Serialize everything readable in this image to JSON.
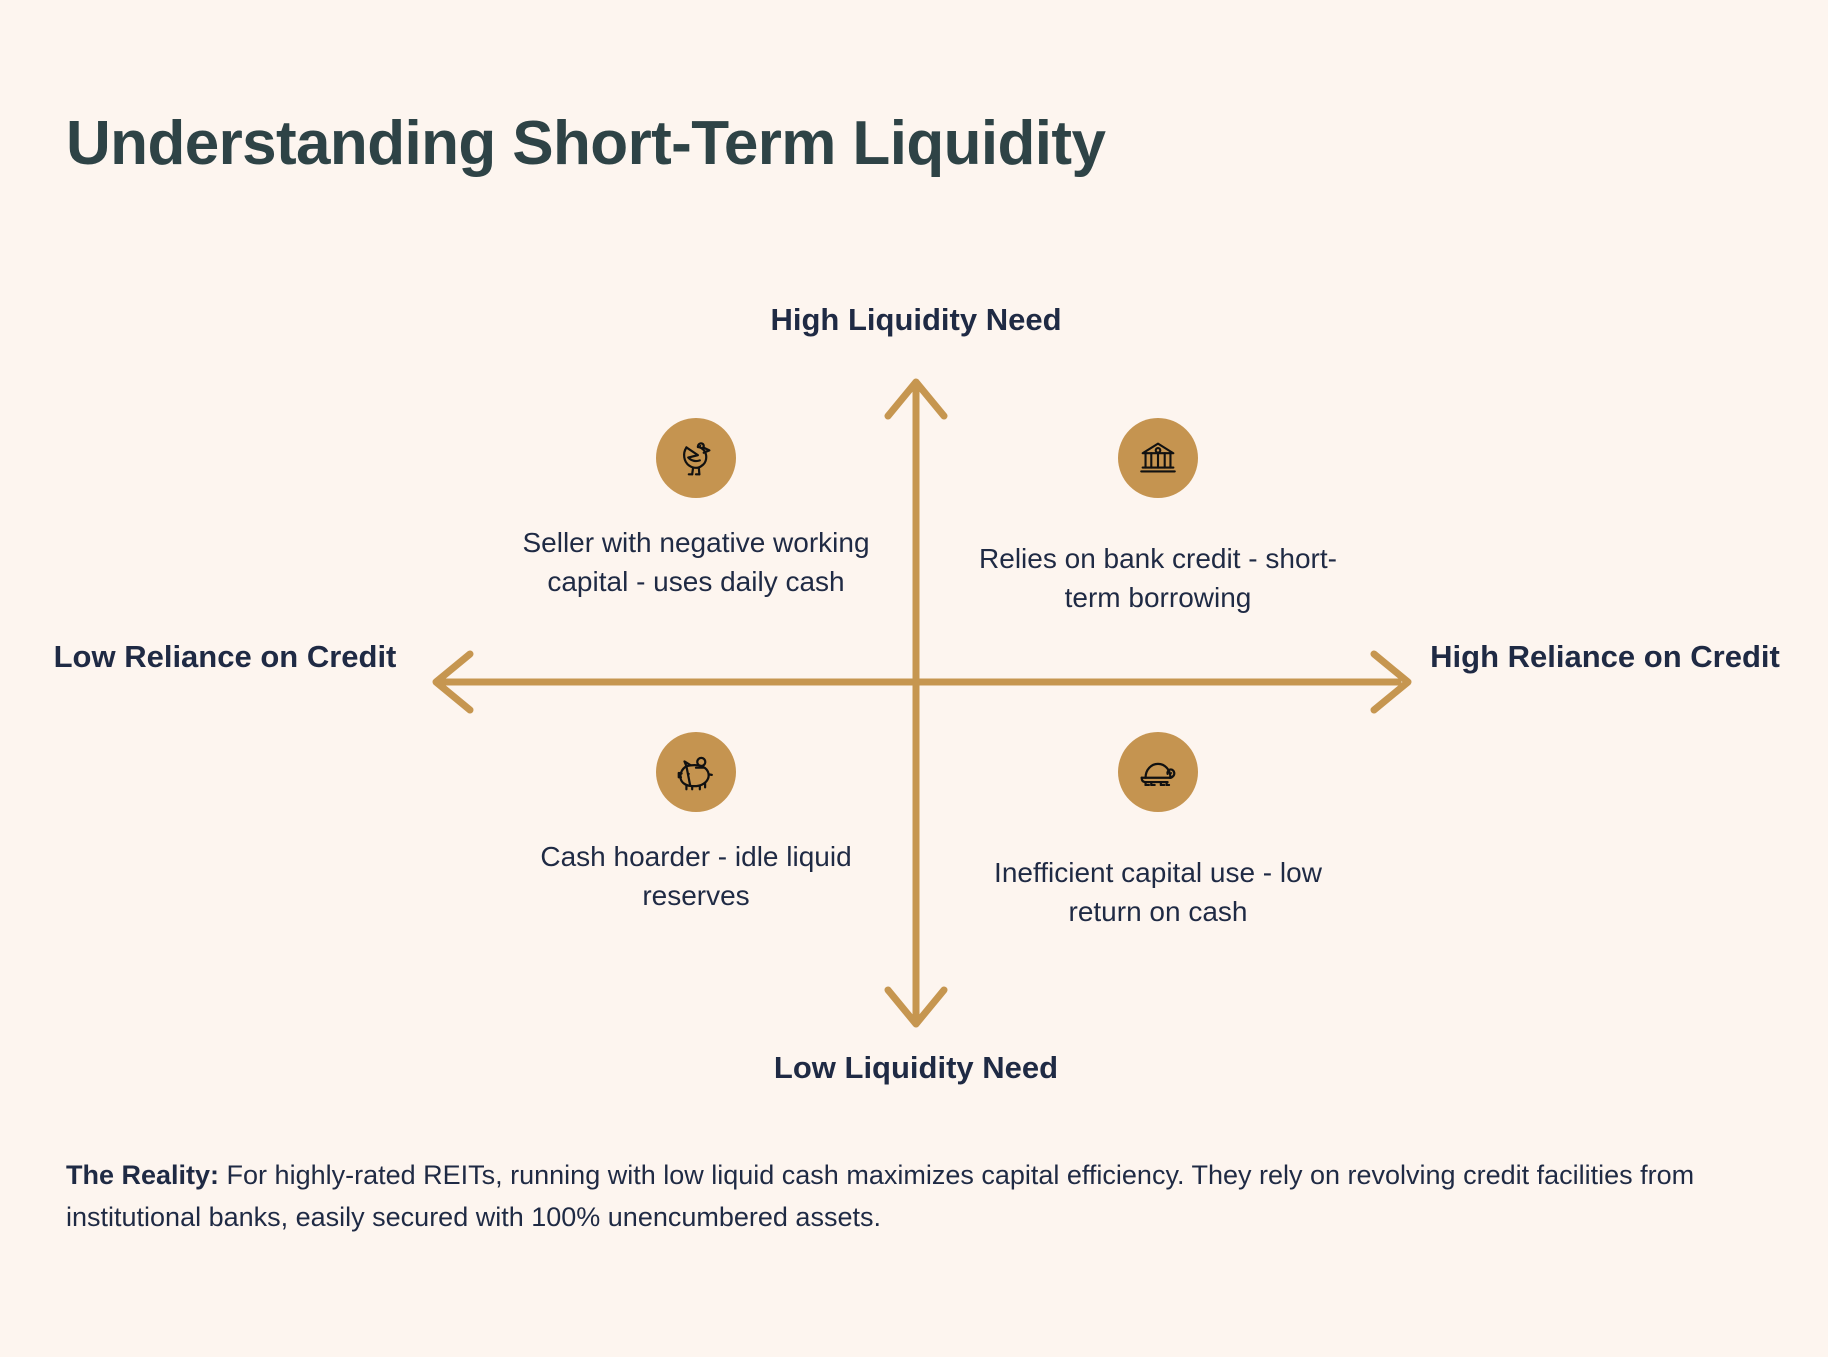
{
  "title": "Understanding Short-Term Liquidity",
  "colors": {
    "background": "#FDF5EF",
    "title": "#2E4346",
    "text": "#1F2A44",
    "accent_gold": "#C59450",
    "axis": "#C69650"
  },
  "axes": {
    "top": "High Liquidity Need",
    "bottom": "Low Liquidity Need",
    "left": "Low Reliance on Credit",
    "right": "High Reliance on Credit"
  },
  "quadrants": [
    {
      "position": "top-left",
      "icon": "chicken-icon",
      "text": "Seller with negative working capital - uses daily cash"
    },
    {
      "position": "top-right",
      "icon": "bank-icon",
      "text": "Relies on bank credit - short-term borrowing"
    },
    {
      "position": "bottom-left",
      "icon": "piggy-bank-icon",
      "text": "Cash hoarder - idle liquid reserves"
    },
    {
      "position": "bottom-right",
      "icon": "turtle-icon",
      "text": "Inefficient capital use - low return on cash"
    }
  ],
  "footer": {
    "lead": "The Reality:",
    "body": " For highly-rated REITs, running with low liquid cash maximizes capital efficiency. They rely on revolving credit facilities from institutional banks, easily secured with 100% unencumbered assets."
  },
  "chart_data": {
    "type": "scatter",
    "title": "Understanding Short-Term Liquidity",
    "xlabel": "Reliance on Credit",
    "ylabel": "Liquidity Need",
    "x_axis_labels": [
      "Low Reliance on Credit",
      "High Reliance on Credit"
    ],
    "y_axis_labels": [
      "Low Liquidity Need",
      "High Liquidity Need"
    ],
    "grid": false,
    "legend": "none",
    "points": [
      {
        "label": "Seller with negative working capital - uses daily cash",
        "x": "low-credit",
        "y": "high-liquidity",
        "icon": "chicken-icon"
      },
      {
        "label": "Relies on bank credit - short-term borrowing",
        "x": "high-credit",
        "y": "high-liquidity",
        "icon": "bank-icon"
      },
      {
        "label": "Cash hoarder - idle liquid reserves",
        "x": "low-credit",
        "y": "low-liquidity",
        "icon": "piggy-bank-icon"
      },
      {
        "label": "Inefficient capital use - low return on cash",
        "x": "high-credit",
        "y": "low-liquidity",
        "icon": "turtle-icon"
      }
    ]
  }
}
